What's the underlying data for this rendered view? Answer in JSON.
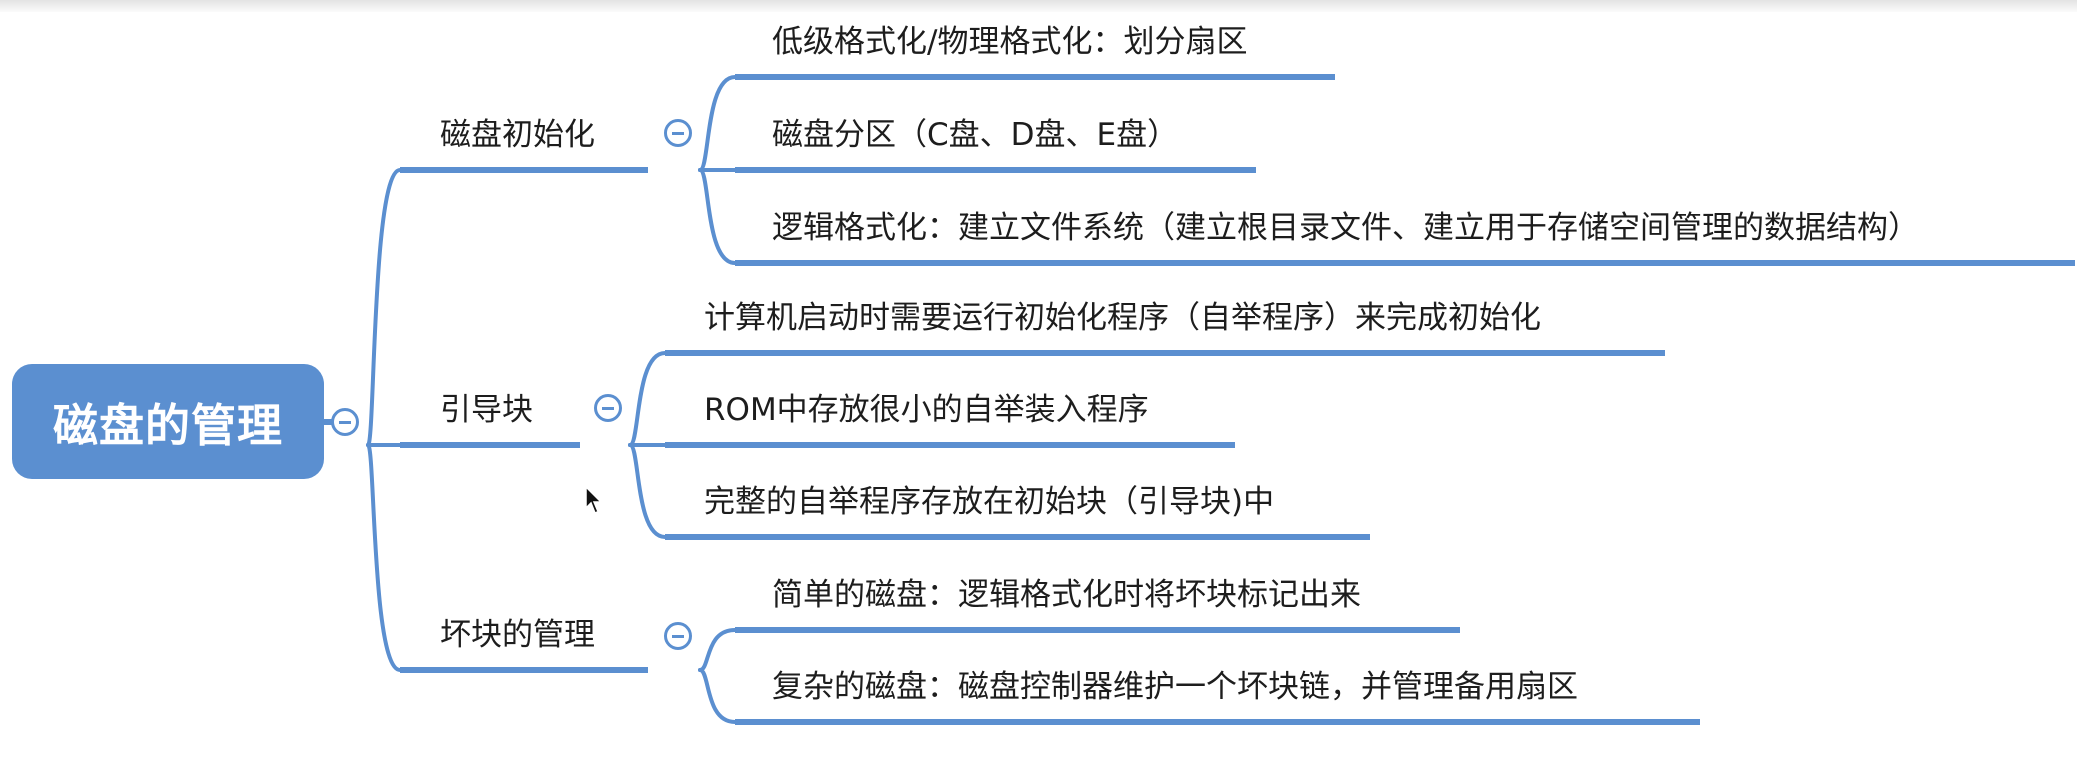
{
  "root": {
    "label": "磁盘的管理"
  },
  "branches": [
    {
      "label": "磁盘初始化",
      "children": [
        "低级格式化/物理格式化：划分扇区",
        "磁盘分区（C盘、D盘、E盘）",
        "逻辑格式化：建立文件系统（建立根目录文件、建立用于存储空间管理的数据结构）"
      ]
    },
    {
      "label": "引导块",
      "children": [
        "计算机启动时需要运行初始化程序（自举程序）来完成初始化",
        "ROM中存放很小的自举装入程序",
        "完整的自举程序存放在初始块（引导块)中"
      ]
    },
    {
      "label": "坏块的管理",
      "children": [
        "简单的磁盘：逻辑格式化时将坏块标记出来",
        "复杂的磁盘：磁盘控制器维护一个坏块链，并管理备用扇区"
      ]
    }
  ],
  "colors": {
    "accent": "#5b8fd0",
    "text": "#1d1d1d",
    "background": "#ffffff"
  },
  "icons": {
    "collapse": "collapse-minus-icon",
    "cursor": "mouse-pointer-icon"
  }
}
